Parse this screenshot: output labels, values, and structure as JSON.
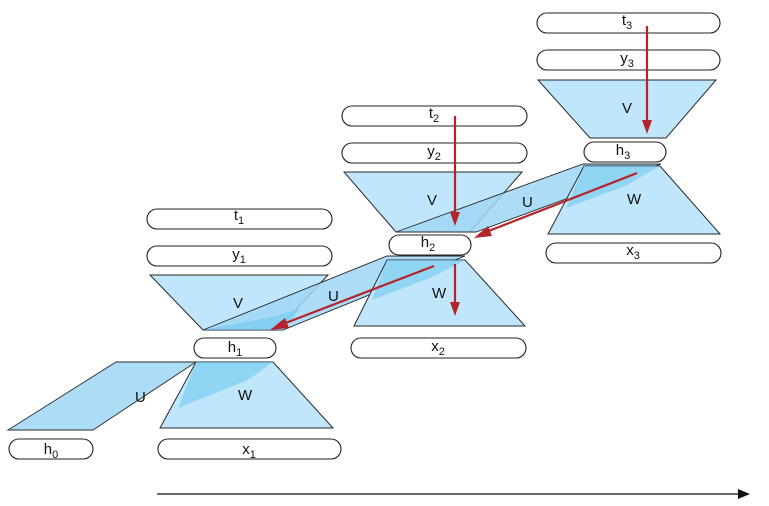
{
  "diagram": {
    "pill_labels": {
      "h0": {
        "base": "h",
        "sub": "0"
      },
      "x1": {
        "base": "x",
        "sub": "1"
      },
      "h1": {
        "base": "h",
        "sub": "1"
      },
      "y1": {
        "base": "y",
        "sub": "1"
      },
      "t1": {
        "base": "t",
        "sub": "1"
      },
      "x2": {
        "base": "x",
        "sub": "2"
      },
      "h2": {
        "base": "h",
        "sub": "2"
      },
      "y2": {
        "base": "y",
        "sub": "2"
      },
      "t2": {
        "base": "t",
        "sub": "2"
      },
      "x3": {
        "base": "x",
        "sub": "3"
      },
      "h3": {
        "base": "h",
        "sub": "3"
      },
      "y3": {
        "base": "y",
        "sub": "3"
      },
      "t3": {
        "base": "t",
        "sub": "3"
      }
    },
    "weight_labels": {
      "U": "U",
      "V": "V",
      "W": "W"
    },
    "colors": {
      "fill_light": "#bfe6fb",
      "fill_band": "#9fd7f4",
      "arrow_red": "#b5242b",
      "outline": "#222222"
    }
  }
}
